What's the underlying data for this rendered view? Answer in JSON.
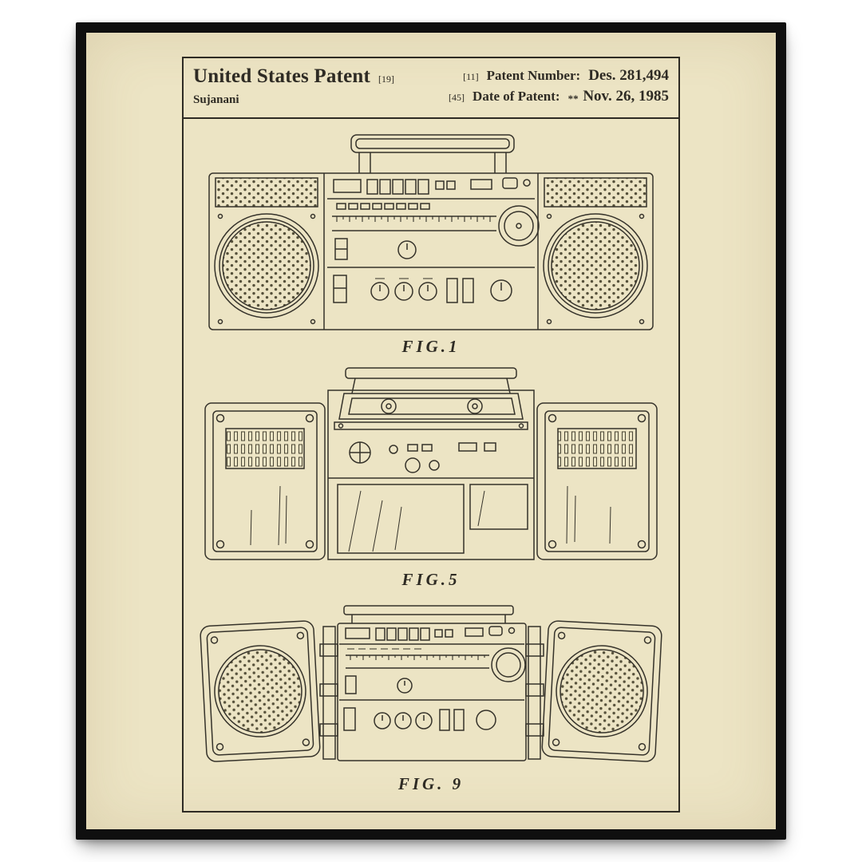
{
  "poster": {
    "colors": {
      "frame": "#0f0f0f",
      "paper": "#ece4c4",
      "ink": "#2e2b24"
    },
    "header": {
      "title": "United States Patent",
      "title_bracket": "[19]",
      "inventor": "Sujanani",
      "rows": [
        {
          "bracket": "[11]",
          "label": "Patent Number:",
          "value": "Des. 281,494"
        },
        {
          "bracket": "[45]",
          "label": "Date of Patent:",
          "stars": "**",
          "value": "Nov. 26, 1985"
        }
      ]
    },
    "figures": [
      {
        "caption": "FIG.1"
      },
      {
        "caption": "FIG.5"
      },
      {
        "caption": "FIG. 9"
      }
    ]
  }
}
